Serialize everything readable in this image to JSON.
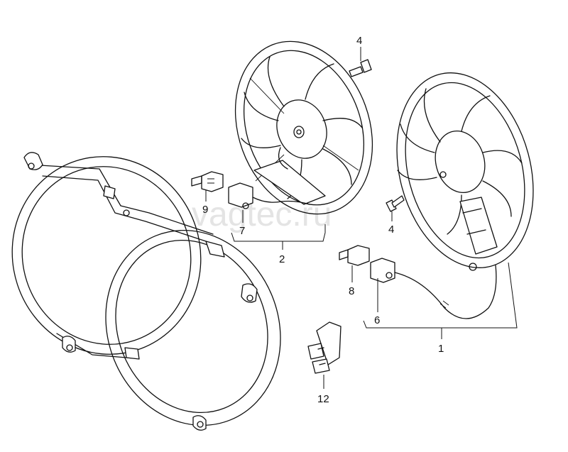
{
  "watermark": "vagtec.ru",
  "labels": {
    "l1": "1",
    "l2": "2",
    "l4a": "4",
    "l4b": "4",
    "l6": "6",
    "l7": "7",
    "l8": "8",
    "l9": "9",
    "l12": "12"
  },
  "colors": {
    "ink": "#111111",
    "background": "#ffffff",
    "watermark": "#cfcfcf"
  }
}
